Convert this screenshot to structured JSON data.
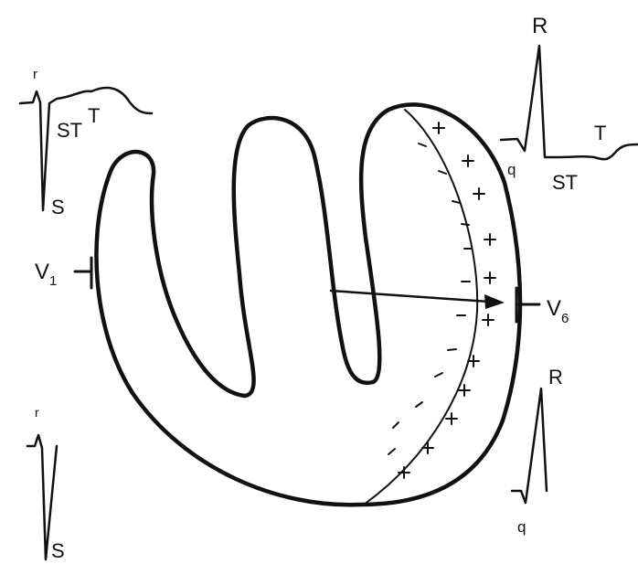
{
  "top_left_trace": {
    "r": "r",
    "st": "ST",
    "t": "T",
    "s": "S"
  },
  "top_right_trace": {
    "r": "R",
    "q": "q",
    "st": "ST",
    "t": "T"
  },
  "bottom_left_trace": {
    "r": "r",
    "s": "S"
  },
  "bottom_right_trace": {
    "r": "R",
    "q": "q"
  },
  "electrodes": {
    "v1": {
      "main": "V",
      "sub": "1"
    },
    "v6": {
      "main": "V",
      "sub": "6"
    }
  },
  "colors": {
    "ink": "#111111",
    "background": "#ffffff"
  }
}
